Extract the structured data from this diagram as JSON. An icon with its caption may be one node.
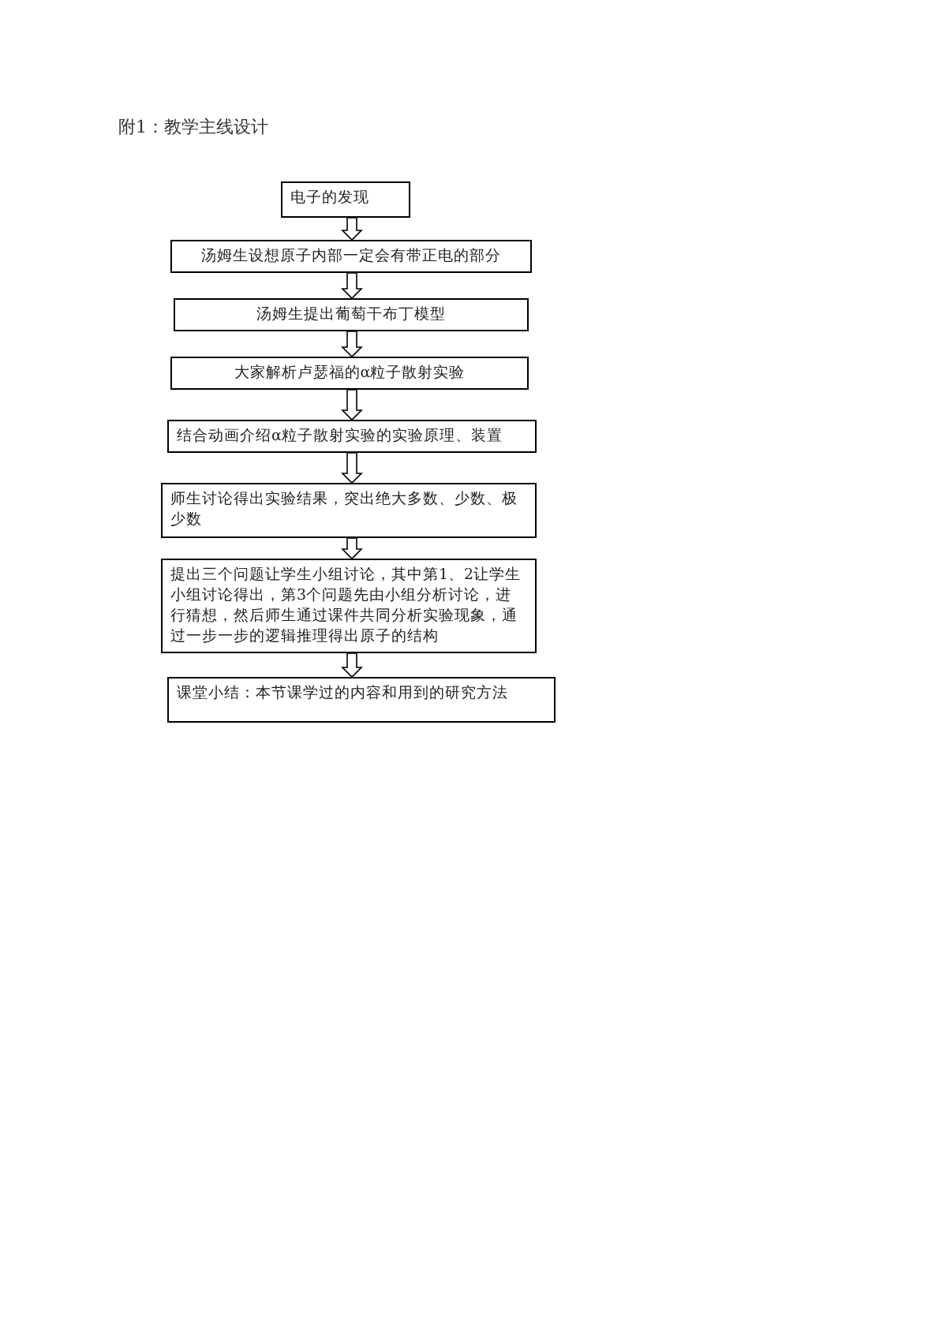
{
  "diagram": {
    "title": "附1：教学主线设计",
    "nodes": [
      {
        "text": [
          "电子的发现"
        ]
      },
      {
        "text": [
          "汤姆生设想原子内部一定会有带正电的部分"
        ]
      },
      {
        "text": [
          "汤姆生提出葡萄干布丁模型"
        ]
      },
      {
        "text": [
          "大家解析卢瑟福的α粒子散射实验"
        ]
      },
      {
        "text": [
          "结合动画介绍α粒子散射实验的实验原理、装置"
        ]
      },
      {
        "text": [
          "师生讨论得出实验结果，突出绝大多数、少数、极少数"
        ]
      },
      {
        "text": [
          "提出三个问题让学生小组讨论，其中第1、2让学生小组讨论得出，第3个问题先由小组分析讨论，进行猜想，然后师生通过课件共同分析实验现象，通过一步一步的逻辑推理得出原子的结构"
        ]
      },
      {
        "text": [
          "课堂小结：本节课学过的内容和用到的研究方法"
        ]
      }
    ],
    "edges": [
      {
        "from": 0,
        "to": 1,
        "arrow": "to"
      },
      {
        "from": 1,
        "to": 2,
        "arrow": "to"
      },
      {
        "from": 2,
        "to": 3,
        "arrow": "to"
      },
      {
        "from": 3,
        "to": 4,
        "arrow": "to"
      },
      {
        "from": 4,
        "to": 5,
        "arrow": "to"
      },
      {
        "from": 5,
        "to": 6,
        "arrow": "to"
      },
      {
        "from": 6,
        "to": 7,
        "arrow": "to"
      }
    ]
  }
}
